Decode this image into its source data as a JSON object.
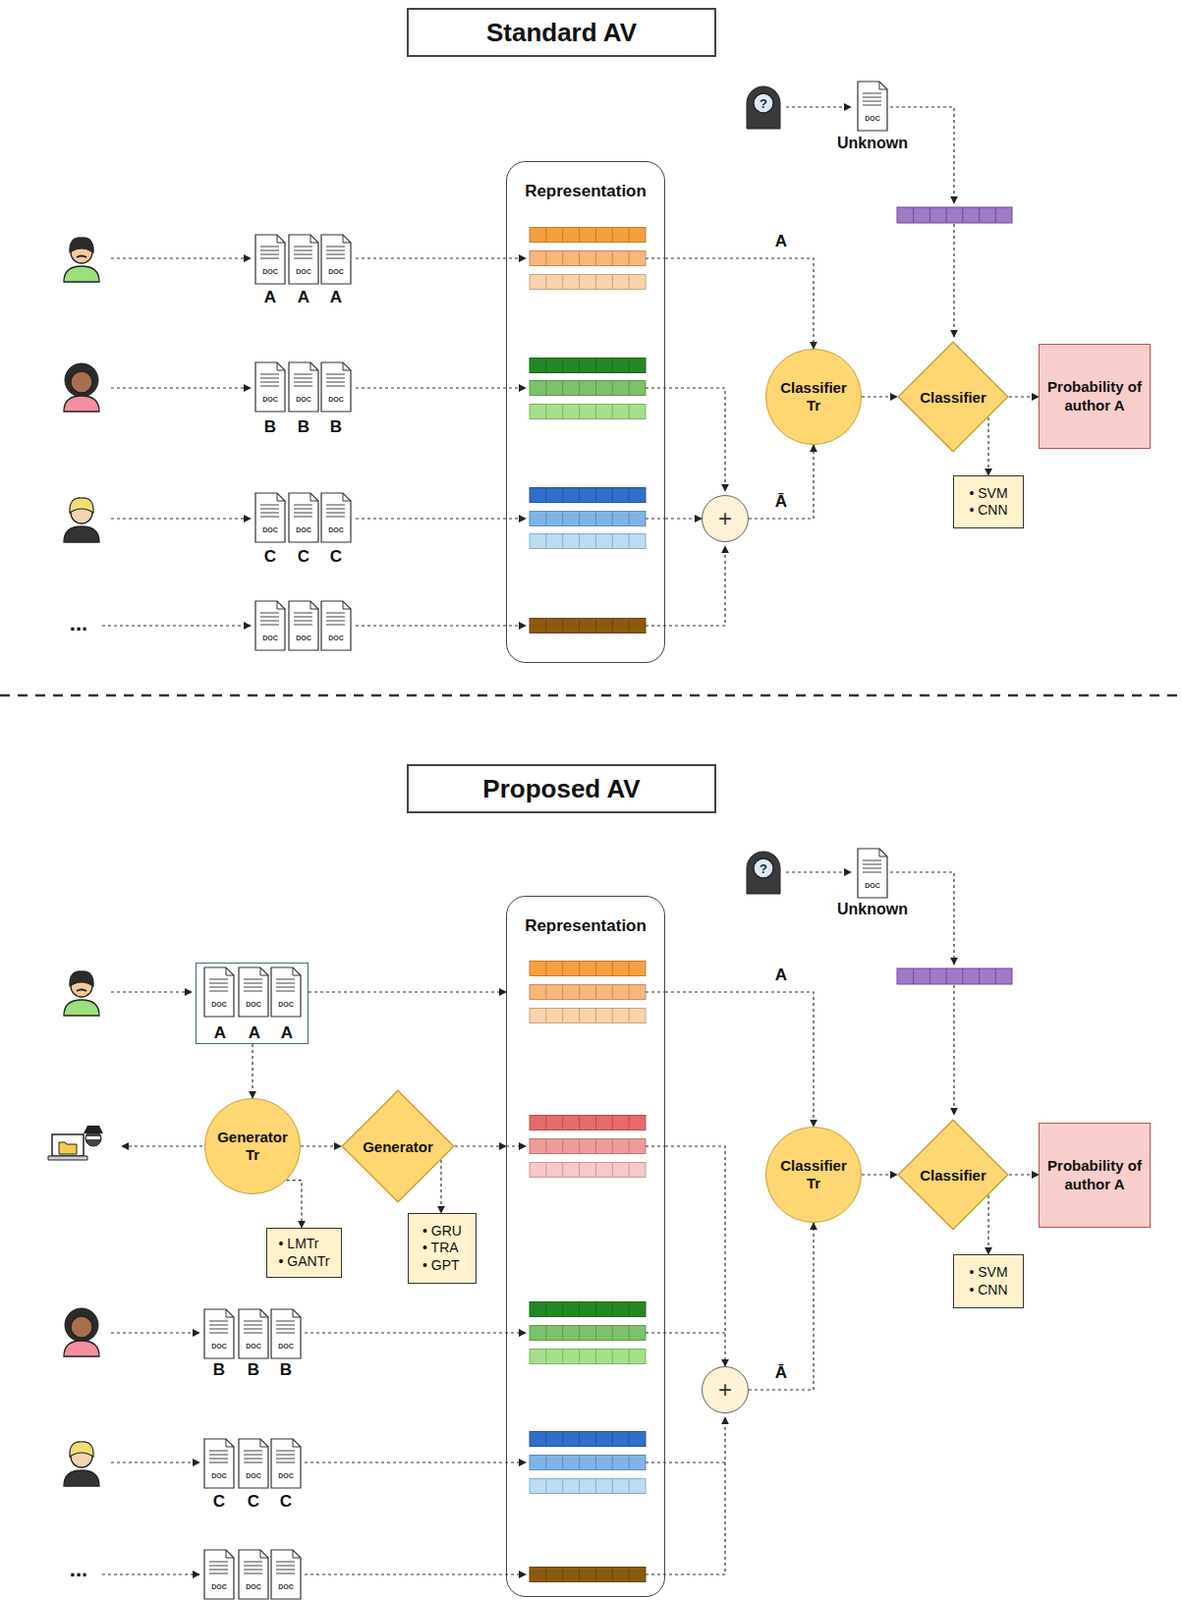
{
  "diagram": {
    "nodes": [
      {
        "text": [
          "Standard AV"
        ]
      },
      {
        "text": [
          "Representation"
        ]
      },
      {
        "text": [
          "Classifier Tr"
        ]
      },
      {
        "text": [
          "Classifier"
        ]
      },
      {
        "text": [
          "Probability of author A"
        ]
      },
      {
        "text": [
          "• SVM",
          "• CNN"
        ]
      },
      {
        "text": [
          "+"
        ]
      },
      {
        "text": [
          "Proposed AV"
        ]
      },
      {
        "text": [
          "Representation"
        ]
      },
      {
        "text": [
          "A",
          "A",
          "A"
        ]
      },
      {
        "text": [
          "Generator Tr"
        ]
      },
      {
        "text": [
          "Generator"
        ]
      },
      {
        "text": [
          "• LMTr",
          "• GANTr"
        ]
      },
      {
        "text": [
          "• GRU",
          "• TRA",
          "• GPT"
        ]
      },
      {
        "text": [
          "Classifier Tr"
        ]
      },
      {
        "text": [
          "Classifier"
        ]
      },
      {
        "text": [
          "Probability of author A"
        ]
      },
      {
        "text": [
          "• SVM",
          "• CNN"
        ]
      },
      {
        "text": [
          "+"
        ]
      }
    ],
    "edges": [
      {
        "from": 1,
        "to": 2,
        "arrow": "to",
        "label": "A"
      },
      {
        "from": 6,
        "to": 2,
        "arrow": "to",
        "label": "Ā"
      },
      {
        "from": 1,
        "to": 6,
        "arrow": "to"
      },
      {
        "from": 2,
        "to": 3,
        "arrow": "to"
      },
      {
        "from": 3,
        "to": 4,
        "arrow": "to"
      },
      {
        "from": 3,
        "to": 5,
        "arrow": "to"
      },
      {
        "from": 9,
        "to": 8,
        "arrow": "to"
      },
      {
        "from": 9,
        "to": 10,
        "arrow": "to"
      },
      {
        "from": 10,
        "to": 11,
        "arrow": "to"
      },
      {
        "from": 10,
        "to": 12,
        "arrow": "to"
      },
      {
        "from": 11,
        "to": 13,
        "arrow": "to"
      },
      {
        "from": 11,
        "to": 8,
        "arrow": "to"
      },
      {
        "from": 8,
        "to": 14,
        "arrow": "to",
        "label": "A"
      },
      {
        "from": 8,
        "to": 18,
        "arrow": "to"
      },
      {
        "from": 18,
        "to": 14,
        "arrow": "to",
        "label": "Ā"
      },
      {
        "from": 14,
        "to": 15,
        "arrow": "to"
      },
      {
        "from": 15,
        "to": 16,
        "arrow": "to"
      },
      {
        "from": 15,
        "to": 17,
        "arrow": "to"
      }
    ],
    "labels": [
      "?",
      "DOC",
      "Unknown",
      "DOC",
      "DOC",
      "DOC",
      "A",
      "A",
      "A",
      "DOC",
      "DOC",
      "DOC",
      "B",
      "B",
      "B",
      "DOC",
      "DOC",
      "DOC",
      "C",
      "C",
      "C",
      "...",
      "DOC",
      "DOC",
      "DOC",
      "?",
      "DOC",
      "Unknown",
      "DOC",
      "DOC",
      "DOC",
      "DOC",
      "DOC",
      "DOC",
      "B",
      "B",
      "B",
      "DOC",
      "DOC",
      "DOC",
      "C",
      "C",
      "C",
      "...",
      "DOC",
      "DOC",
      "DOC"
    ]
  }
}
